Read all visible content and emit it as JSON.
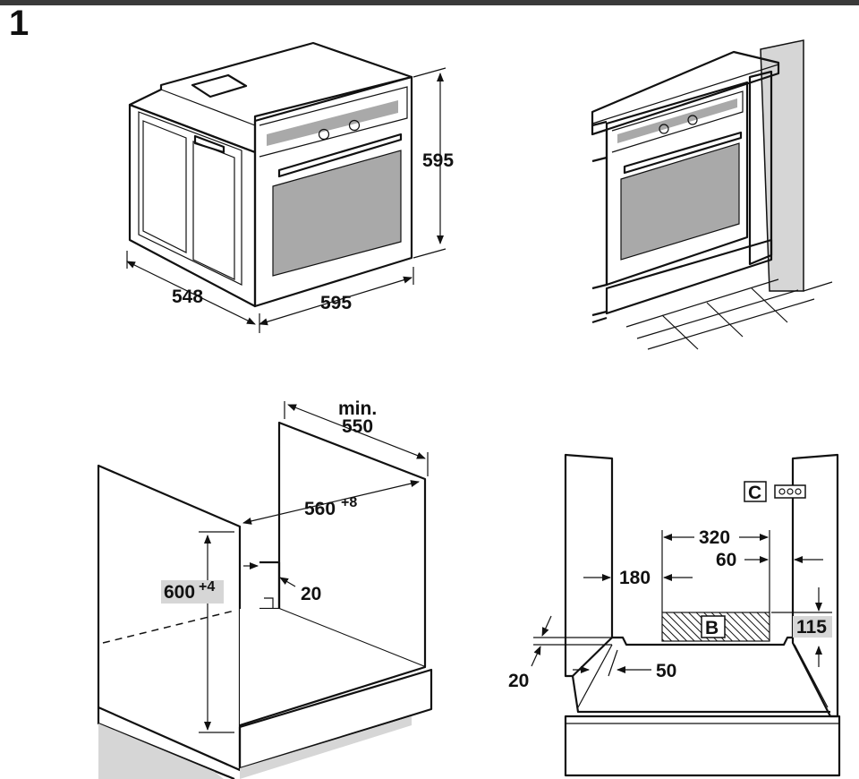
{
  "figure_number": "1",
  "colors": {
    "panel": "#d6d6d6",
    "window": "#a9a9a9",
    "line": "#111111",
    "bar": "#3a3a3a"
  },
  "oven_dimensions": {
    "height": "595",
    "width": "595",
    "depth": "548"
  },
  "cabinet_dimensions": {
    "min_label": "min.",
    "min_depth": "550",
    "opening_depth": "560",
    "opening_depth_tol": "+8",
    "opening_height": "600",
    "opening_height_tol": "+4",
    "back_gap": "20"
  },
  "front_view_dimensions": {
    "width_320": "320",
    "offset_180": "180",
    "offset_60": "60",
    "height_115": "115",
    "gap_50": "50",
    "gap_20": "20",
    "label_b": "B",
    "label_c": "C"
  }
}
